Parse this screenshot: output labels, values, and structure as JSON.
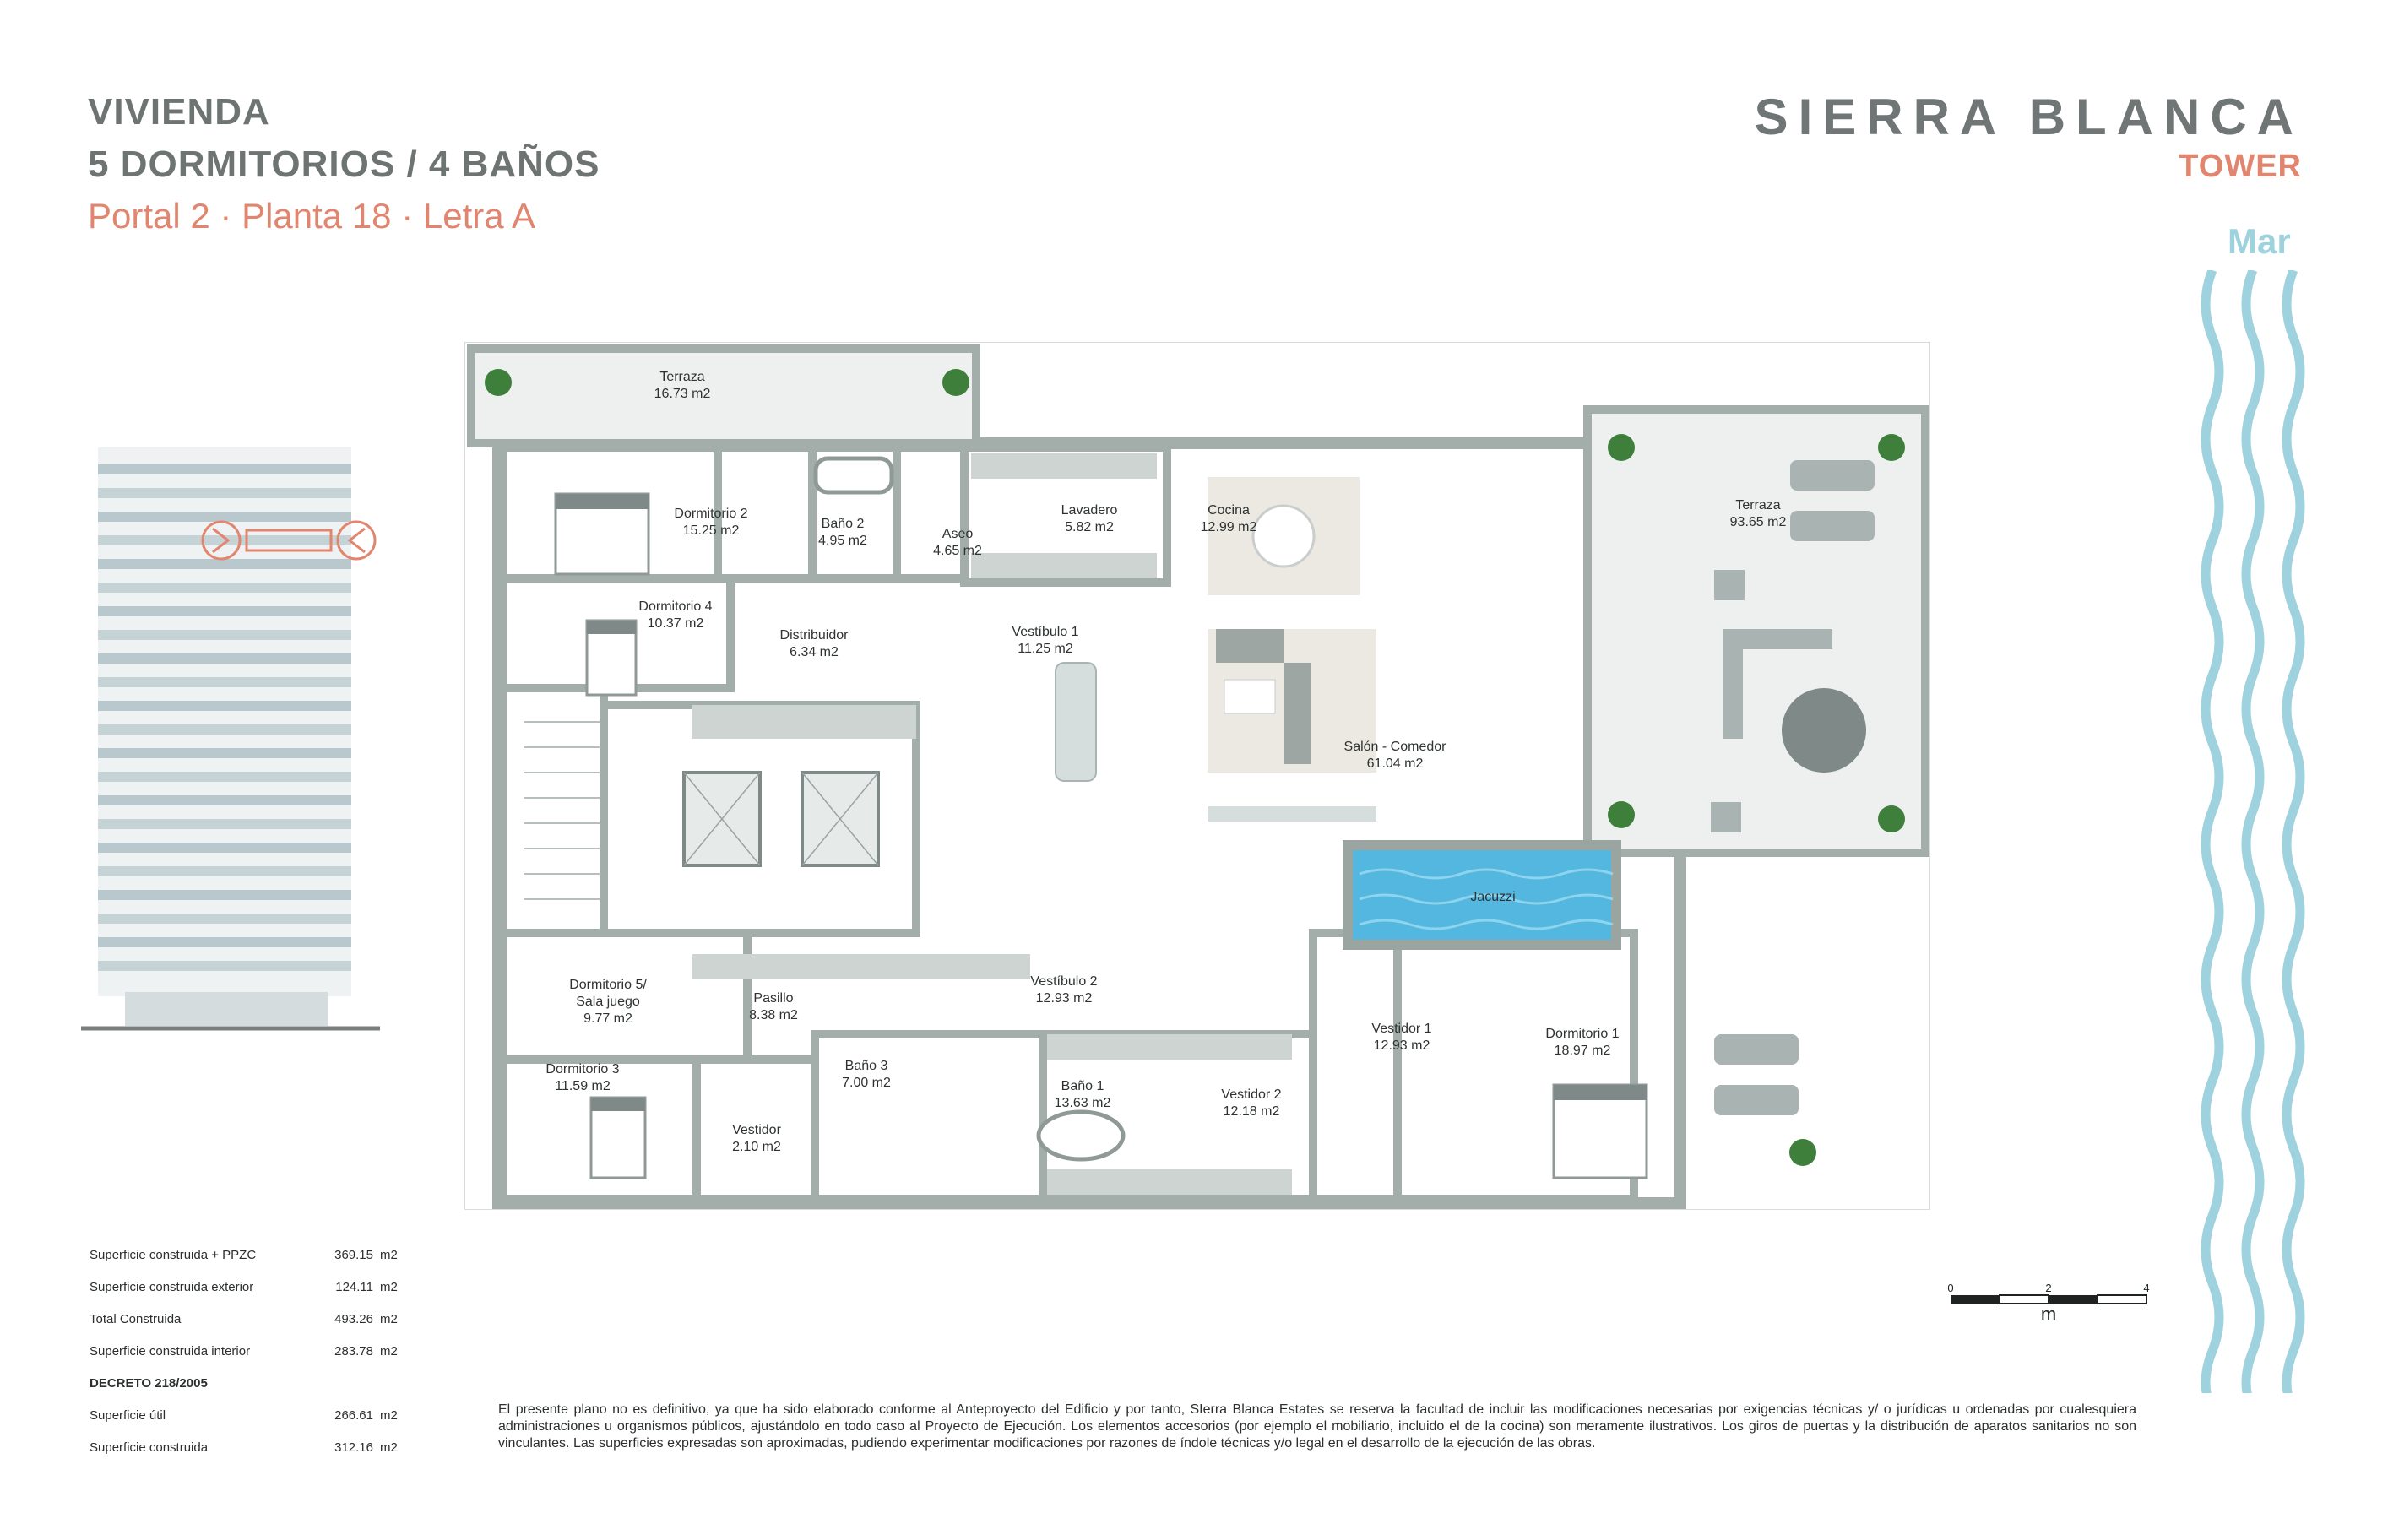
{
  "header": {
    "line1": "VIVIENDA",
    "line2": "5 DORMITORIOS / 4 BAÑOS",
    "subtitle": "Portal 2 · Planta 18 · Letra A"
  },
  "brand": {
    "name": "SIERRA BLANCA",
    "sub": "TOWER",
    "sea_label": "Mar"
  },
  "colors": {
    "accent": "#e2856e",
    "wall": "#9aa5a2",
    "sea": "#9fd2df",
    "pool": "#54b7e0"
  },
  "rooms": {
    "terraza_top": {
      "name": "Terraza",
      "area": "16.73 m2"
    },
    "dormitorio2": {
      "name": "Dormitorio 2",
      "area": "15.25 m2"
    },
    "bano2": {
      "name": "Baño 2",
      "area": "4.95 m2"
    },
    "aseo": {
      "name": "Aseo",
      "area": "4.65 m2"
    },
    "lavadero": {
      "name": "Lavadero",
      "area": "5.82 m2"
    },
    "cocina": {
      "name": "Cocina",
      "area": "12.99 m2"
    },
    "dormitorio4": {
      "name": "Dormitorio 4",
      "area": "10.37 m2"
    },
    "distribuidor": {
      "name": "Distribuidor",
      "area": "6.34 m2"
    },
    "vestibulo1": {
      "name": "Vestíbulo 1",
      "area": "11.25  m2"
    },
    "salon": {
      "name": "Salón - Comedor",
      "area": "61.04 m2"
    },
    "terraza_right": {
      "name": "Terraza",
      "area": "93.65 m2"
    },
    "jacuzzi": {
      "name": "Jacuzzi"
    },
    "vestibulo2": {
      "name": "Vestíbulo 2",
      "area": "12.93 m2"
    },
    "dormitorio5": {
      "name": "Dormitorio 5/",
      "name2": "Sala juego",
      "area": "9.77 m2"
    },
    "pasillo": {
      "name": "Pasillo",
      "area": "8.38 m2"
    },
    "dormitorio3": {
      "name": "Dormitorio 3",
      "area": "11.59 m2"
    },
    "bano3": {
      "name": "Baño 3",
      "area": "7.00 m2"
    },
    "bano1": {
      "name": "Baño 1",
      "area": "13.63 m2"
    },
    "vestidor2": {
      "name": "Vestidor 2",
      "area": "12.18 m2"
    },
    "vestidor1": {
      "name": "Vestidor 1",
      "area": "12.93 m2"
    },
    "vestidor": {
      "name": "Vestidor",
      "area": "2.10 m2"
    },
    "dormitorio1": {
      "name": "Dormitorio 1",
      "area": "18.97 m2"
    }
  },
  "surfaces": [
    {
      "label": "Superficie construida + PPZC",
      "value": "369.15",
      "unit": "m2"
    },
    {
      "label": "Superficie construida exterior",
      "value": "124.11",
      "unit": "m2"
    },
    {
      "label": "Total Construida",
      "value": "493.26",
      "unit": "m2"
    },
    {
      "label": "Superficie construida interior",
      "value": "283.78",
      "unit": "m2"
    }
  ],
  "decreto": {
    "title": "DECRETO 218/2005",
    "rows": [
      {
        "label": "Superficie útil",
        "value": "266.61",
        "unit": "m2"
      },
      {
        "label": "Superficie construida",
        "value": "312.16",
        "unit": "m2"
      }
    ]
  },
  "scale": {
    "t0": "0",
    "t1": "2",
    "t2": "4",
    "unit": "m"
  },
  "disclaimer": "El presente plano no es definitivo, ya que ha sido elaborado conforme al Anteproyecto del Edificio y por tanto, SIerra Blanca Estates se reserva la facultad de incluir las modificaciones necesarias por exigencias técnicas y/ o jurídicas u ordenadas por cualesquiera administraciones u organismos públicos, ajustándolo en todo caso al Proyecto de Ejecución. Los elementos accesorios (por ejemplo el mobiliario, incluido el de la cocina) son meramente ilustrativos. Los giros de puertas y la distribución de aparatos sanitarios no son vinculantes. Las superficies expresadas son aproximadas, pudiendo experimentar modificaciones por razones de índole técnicas y/o legal en el desarrollo de la ejecución de las obras."
}
